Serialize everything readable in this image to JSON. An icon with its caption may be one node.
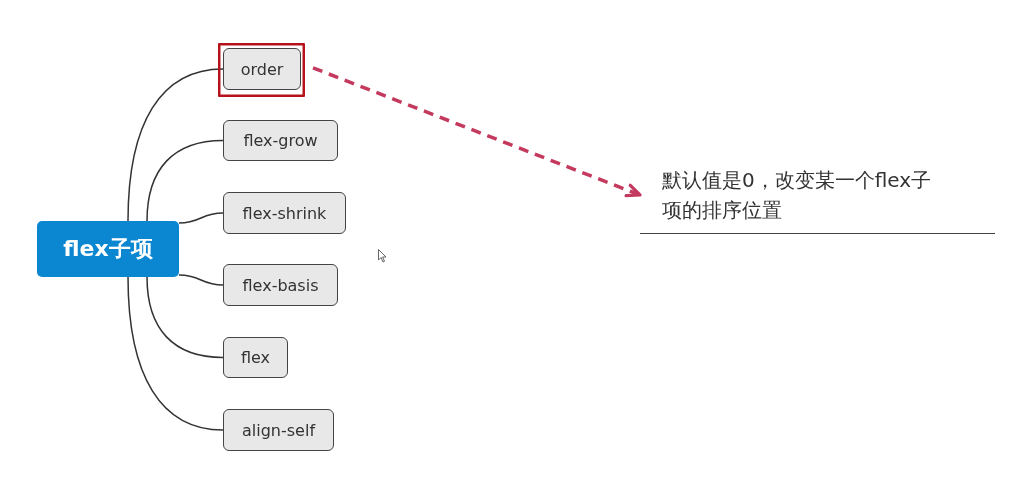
{
  "diagram": {
    "nodes": [
      {
        "text": [
          "flex子项"
        ]
      },
      {
        "text": [],
        "shape": "box"
      },
      {
        "text": [
          "order"
        ],
        "in": 1
      },
      {
        "text": [
          "flex-grow"
        ]
      },
      {
        "text": [
          "flex-shrink"
        ]
      },
      {
        "text": [
          "flex-basis"
        ]
      },
      {
        "text": [
          "flex"
        ]
      },
      {
        "text": [
          "align-self"
        ]
      },
      {
        "text": [
          "默认值是0，改变某一个flex子项的排序位置"
        ]
      }
    ],
    "edges": [
      {
        "from": 0,
        "to": 2,
        "arrow": "none"
      },
      {
        "from": 0,
        "to": 3,
        "arrow": "none"
      },
      {
        "from": 0,
        "to": 4,
        "arrow": "none"
      },
      {
        "from": 0,
        "to": 5,
        "arrow": "none"
      },
      {
        "from": 0,
        "to": 6,
        "arrow": "none"
      },
      {
        "from": 0,
        "to": 7,
        "arrow": "none"
      },
      {
        "from": 1,
        "to": 8,
        "arrow": "to",
        "style": "dashed",
        "color": "#c43a5e"
      }
    ]
  }
}
